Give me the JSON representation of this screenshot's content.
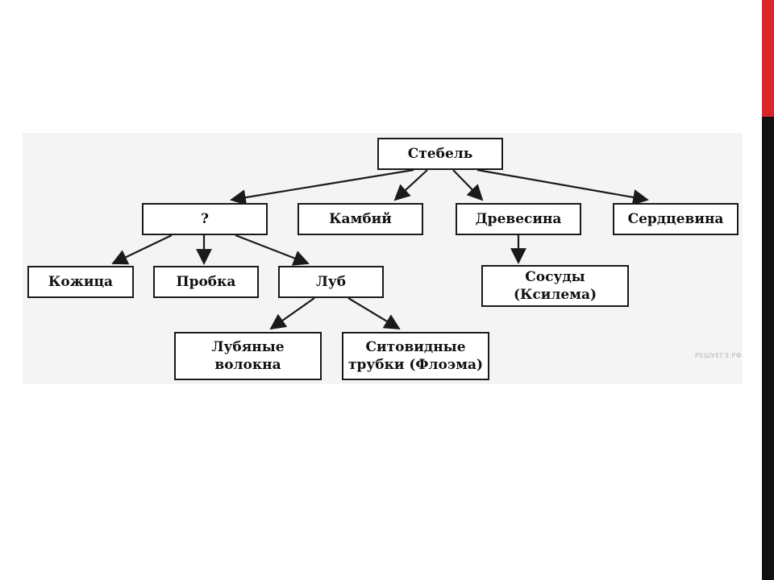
{
  "diagram": {
    "nodes": {
      "stem": "Стебель",
      "bark": "?",
      "cambium": "Камбий",
      "wood": "Древесина",
      "pith": "Сердцевина",
      "epidermis": "Кожица",
      "cork": "Пробка",
      "bast": "Луб",
      "vessels": "Сосуды\n(Ксилема)",
      "bast_fibers": "Лубяные\nволокна",
      "sieve_tubes": "Ситовидные\nтрубки (Флоэма)"
    },
    "edges": [
      [
        "stem",
        "bark"
      ],
      [
        "stem",
        "cambium"
      ],
      [
        "stem",
        "wood"
      ],
      [
        "stem",
        "pith"
      ],
      [
        "bark",
        "epidermis"
      ],
      [
        "bark",
        "cork"
      ],
      [
        "bark",
        "bast"
      ],
      [
        "wood",
        "vessels"
      ],
      [
        "bast",
        "bast_fibers"
      ],
      [
        "bast",
        "sieve_tubes"
      ]
    ],
    "watermark": "РЕШУЕГЭ.РФ"
  },
  "colors": {
    "accent_red": "#d9262b",
    "stripe_dark": "#111111",
    "figure_bg": "#f4f4f4",
    "line": "#1a1a1a"
  }
}
